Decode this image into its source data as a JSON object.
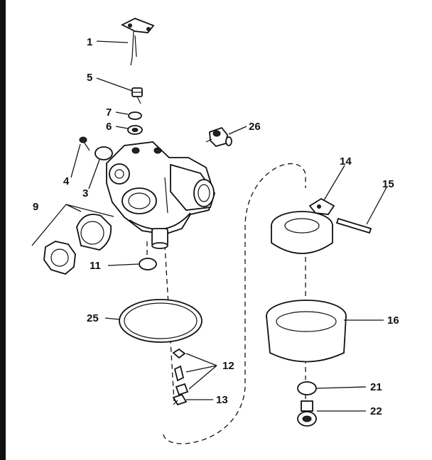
{
  "labels": {
    "l1": "1",
    "l3": "3",
    "l4": "4",
    "l5": "5",
    "l6": "6",
    "l7": "7",
    "l9": "9",
    "l11": "11",
    "l12": "12",
    "l13": "13",
    "l14": "14",
    "l15": "15",
    "l16": "16",
    "l21": "21",
    "l22": "22",
    "l25": "25",
    "l26": "26"
  }
}
